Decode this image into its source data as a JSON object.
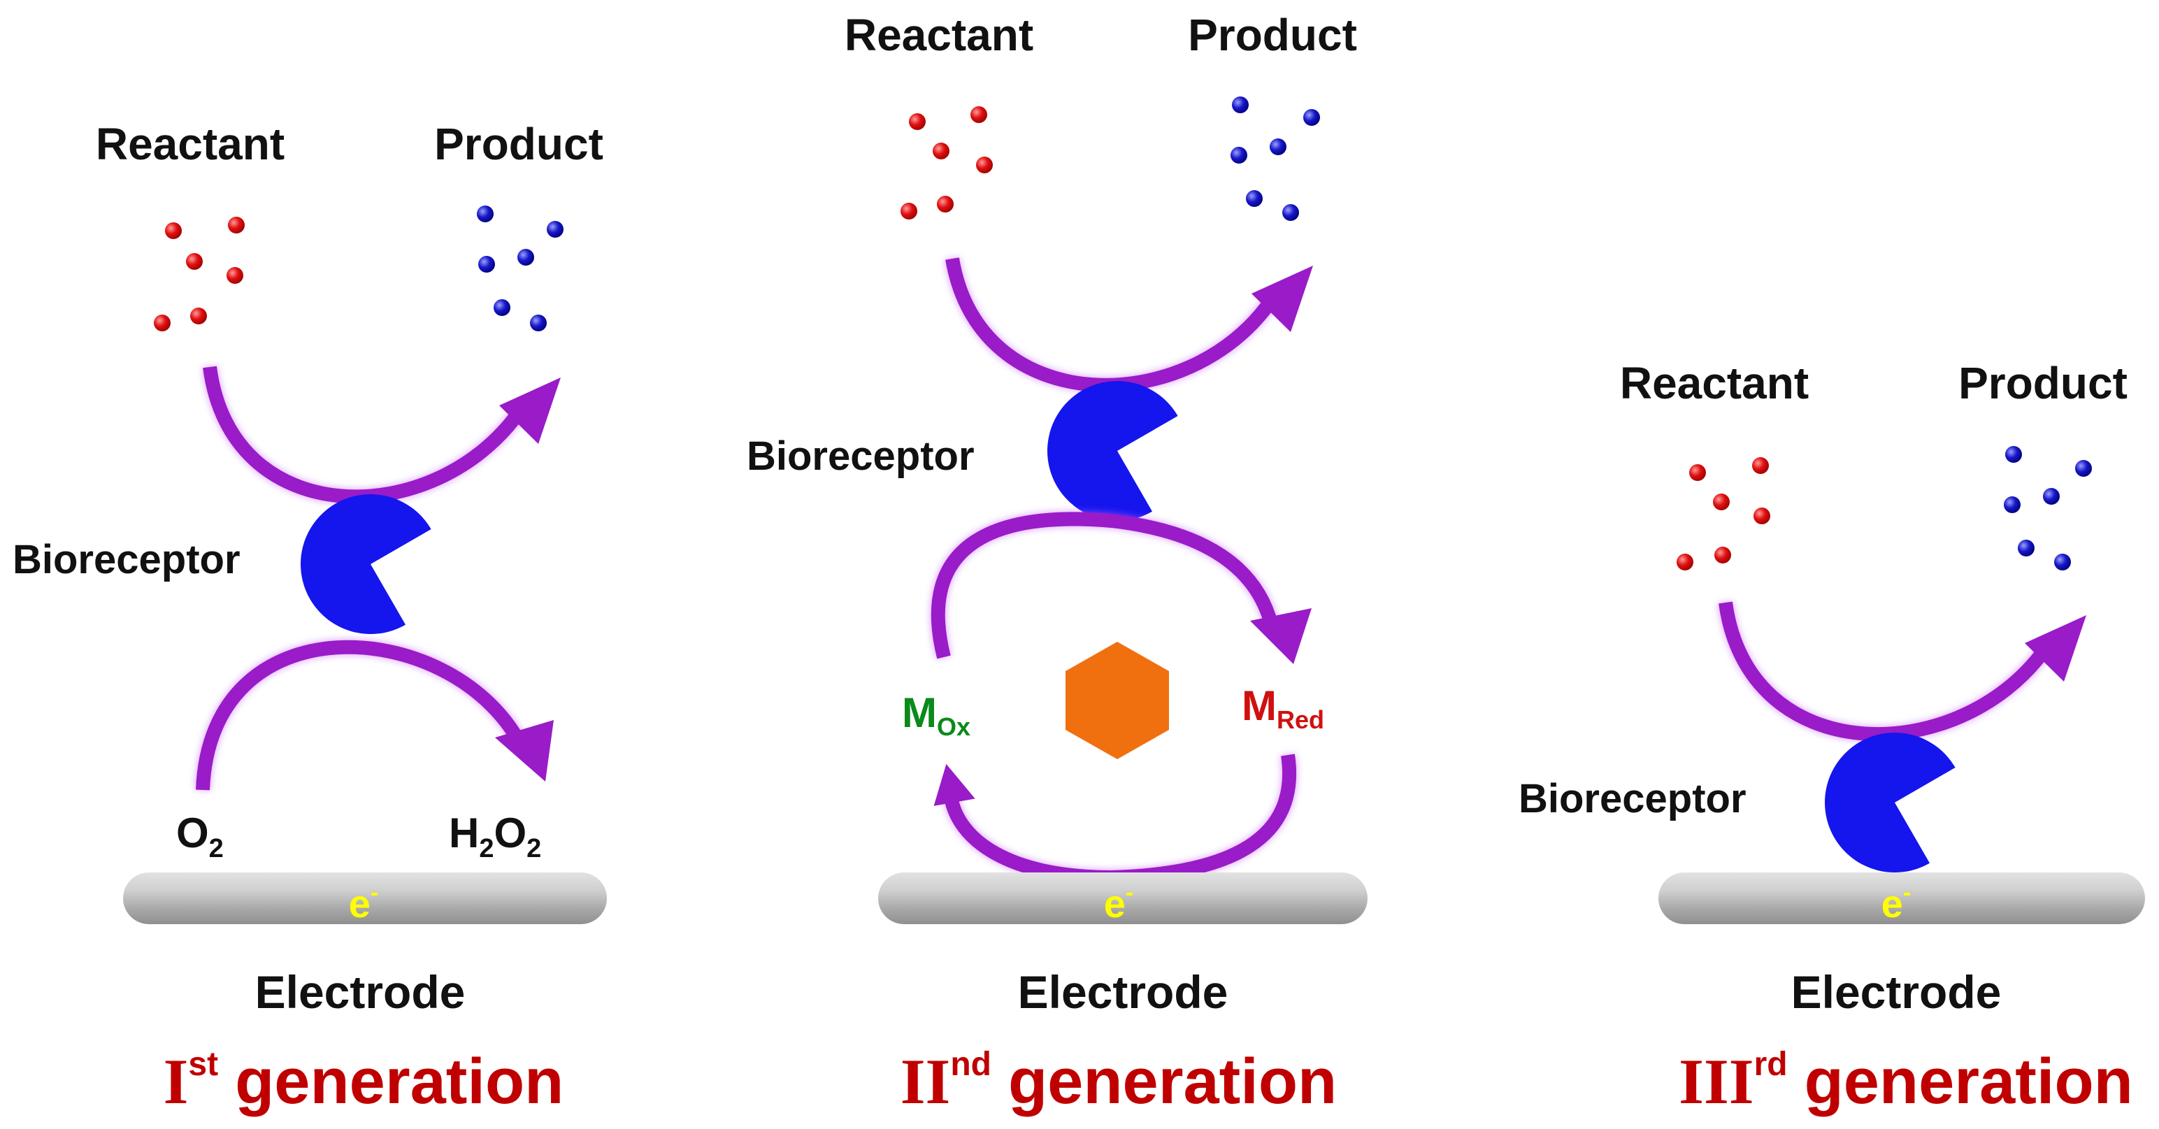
{
  "colors": {
    "arrow": "#9a1bc8",
    "bioreceptor": "#1515ee",
    "reactant_dot": "#e01010",
    "product_dot": "#1010c0",
    "electrode": "#b9b9b9",
    "electron": "#ffff00",
    "generation_title": "#c00000",
    "mediator_ox": "#0a8a1a",
    "mediator_red": "#d01010",
    "mediator_shape": "#f07010"
  },
  "panels": [
    {
      "reactant": "Reactant",
      "product": "Product",
      "bioreceptor": "Bioreceptor",
      "o2_base": "O",
      "o2_sub": "2",
      "h2o2_a": "H",
      "h2o2_sub1": "2",
      "h2o2_b": "O",
      "h2o2_sub2": "2",
      "electron": "e",
      "electron_sup": "-",
      "electrode": "Electrode",
      "gen_roman": "I",
      "gen_sup": "st",
      "gen_word": "generation"
    },
    {
      "reactant": "Reactant",
      "product": "Product",
      "bioreceptor": "Bioreceptor",
      "mox_base": "M",
      "mox_sub": "Ox",
      "mred_base": "M",
      "mred_sub": "Red",
      "electron": "e",
      "electron_sup": "-",
      "electrode": "Electrode",
      "gen_roman": "II",
      "gen_sup": "nd",
      "gen_word": "generation"
    },
    {
      "reactant": "Reactant",
      "product": "Product",
      "bioreceptor": "Bioreceptor",
      "electron": "e",
      "electron_sup": "-",
      "electrode": "Electrode",
      "gen_roman": "III",
      "gen_sup": "rd",
      "gen_word": "generation"
    }
  ]
}
